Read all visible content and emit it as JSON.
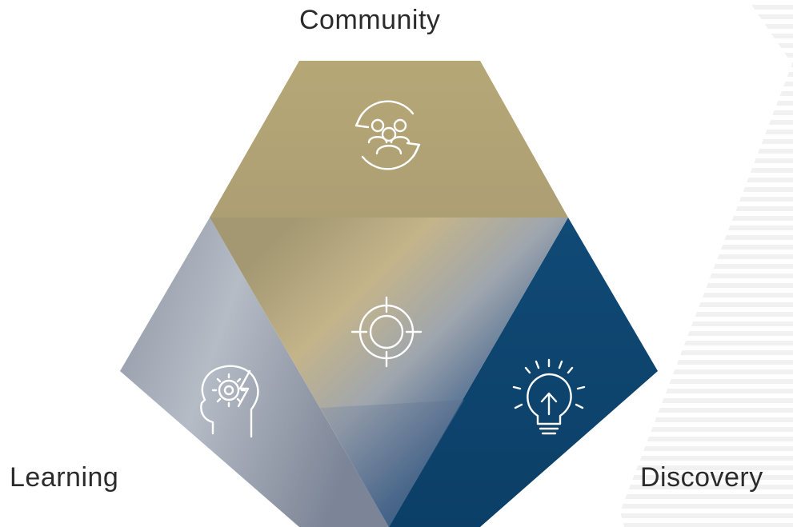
{
  "labels": {
    "community": "Community",
    "learning": "Learning",
    "discovery": "Discovery"
  },
  "segments": [
    {
      "id": "community",
      "color": "#b5a676",
      "icon": "community-cycle-icon"
    },
    {
      "id": "learning",
      "color": "#9aa3b0",
      "icon": "mind-gear-icon"
    },
    {
      "id": "discovery",
      "color": "#0e4570",
      "icon": "lightbulb-idea-icon"
    },
    {
      "id": "center",
      "color": "#7b8aa0",
      "icon": "target-crosshair-icon"
    }
  ]
}
